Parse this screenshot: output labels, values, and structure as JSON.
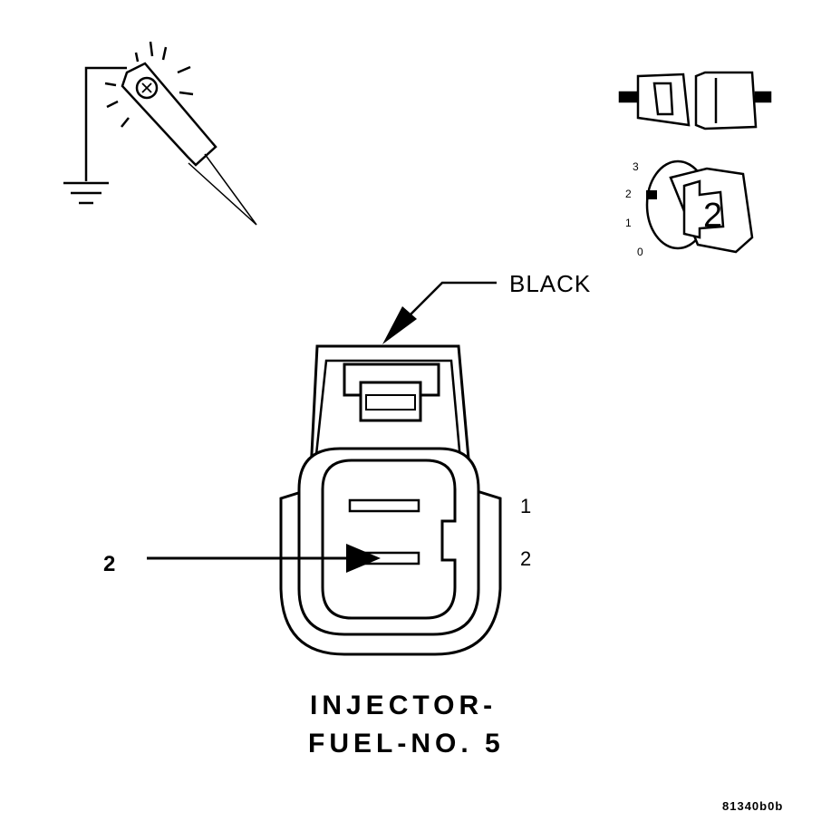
{
  "labels": {
    "wire_color": "BLACK",
    "arrow_ref": "2",
    "pin_1": "1",
    "pin_2": "2",
    "title_line1": "INJECTOR-",
    "title_line2": "FUEL-NO. 5",
    "figure_code": "81340b0b"
  },
  "terminal_icon": {
    "scale_3": "3",
    "scale_2": "2",
    "scale_1": "1",
    "scale_0": "0",
    "number": "2"
  },
  "icons": [
    "test-light-probe-icon",
    "ground-symbol-icon",
    "connector-pair-icon",
    "terminal-gauge-icon"
  ]
}
